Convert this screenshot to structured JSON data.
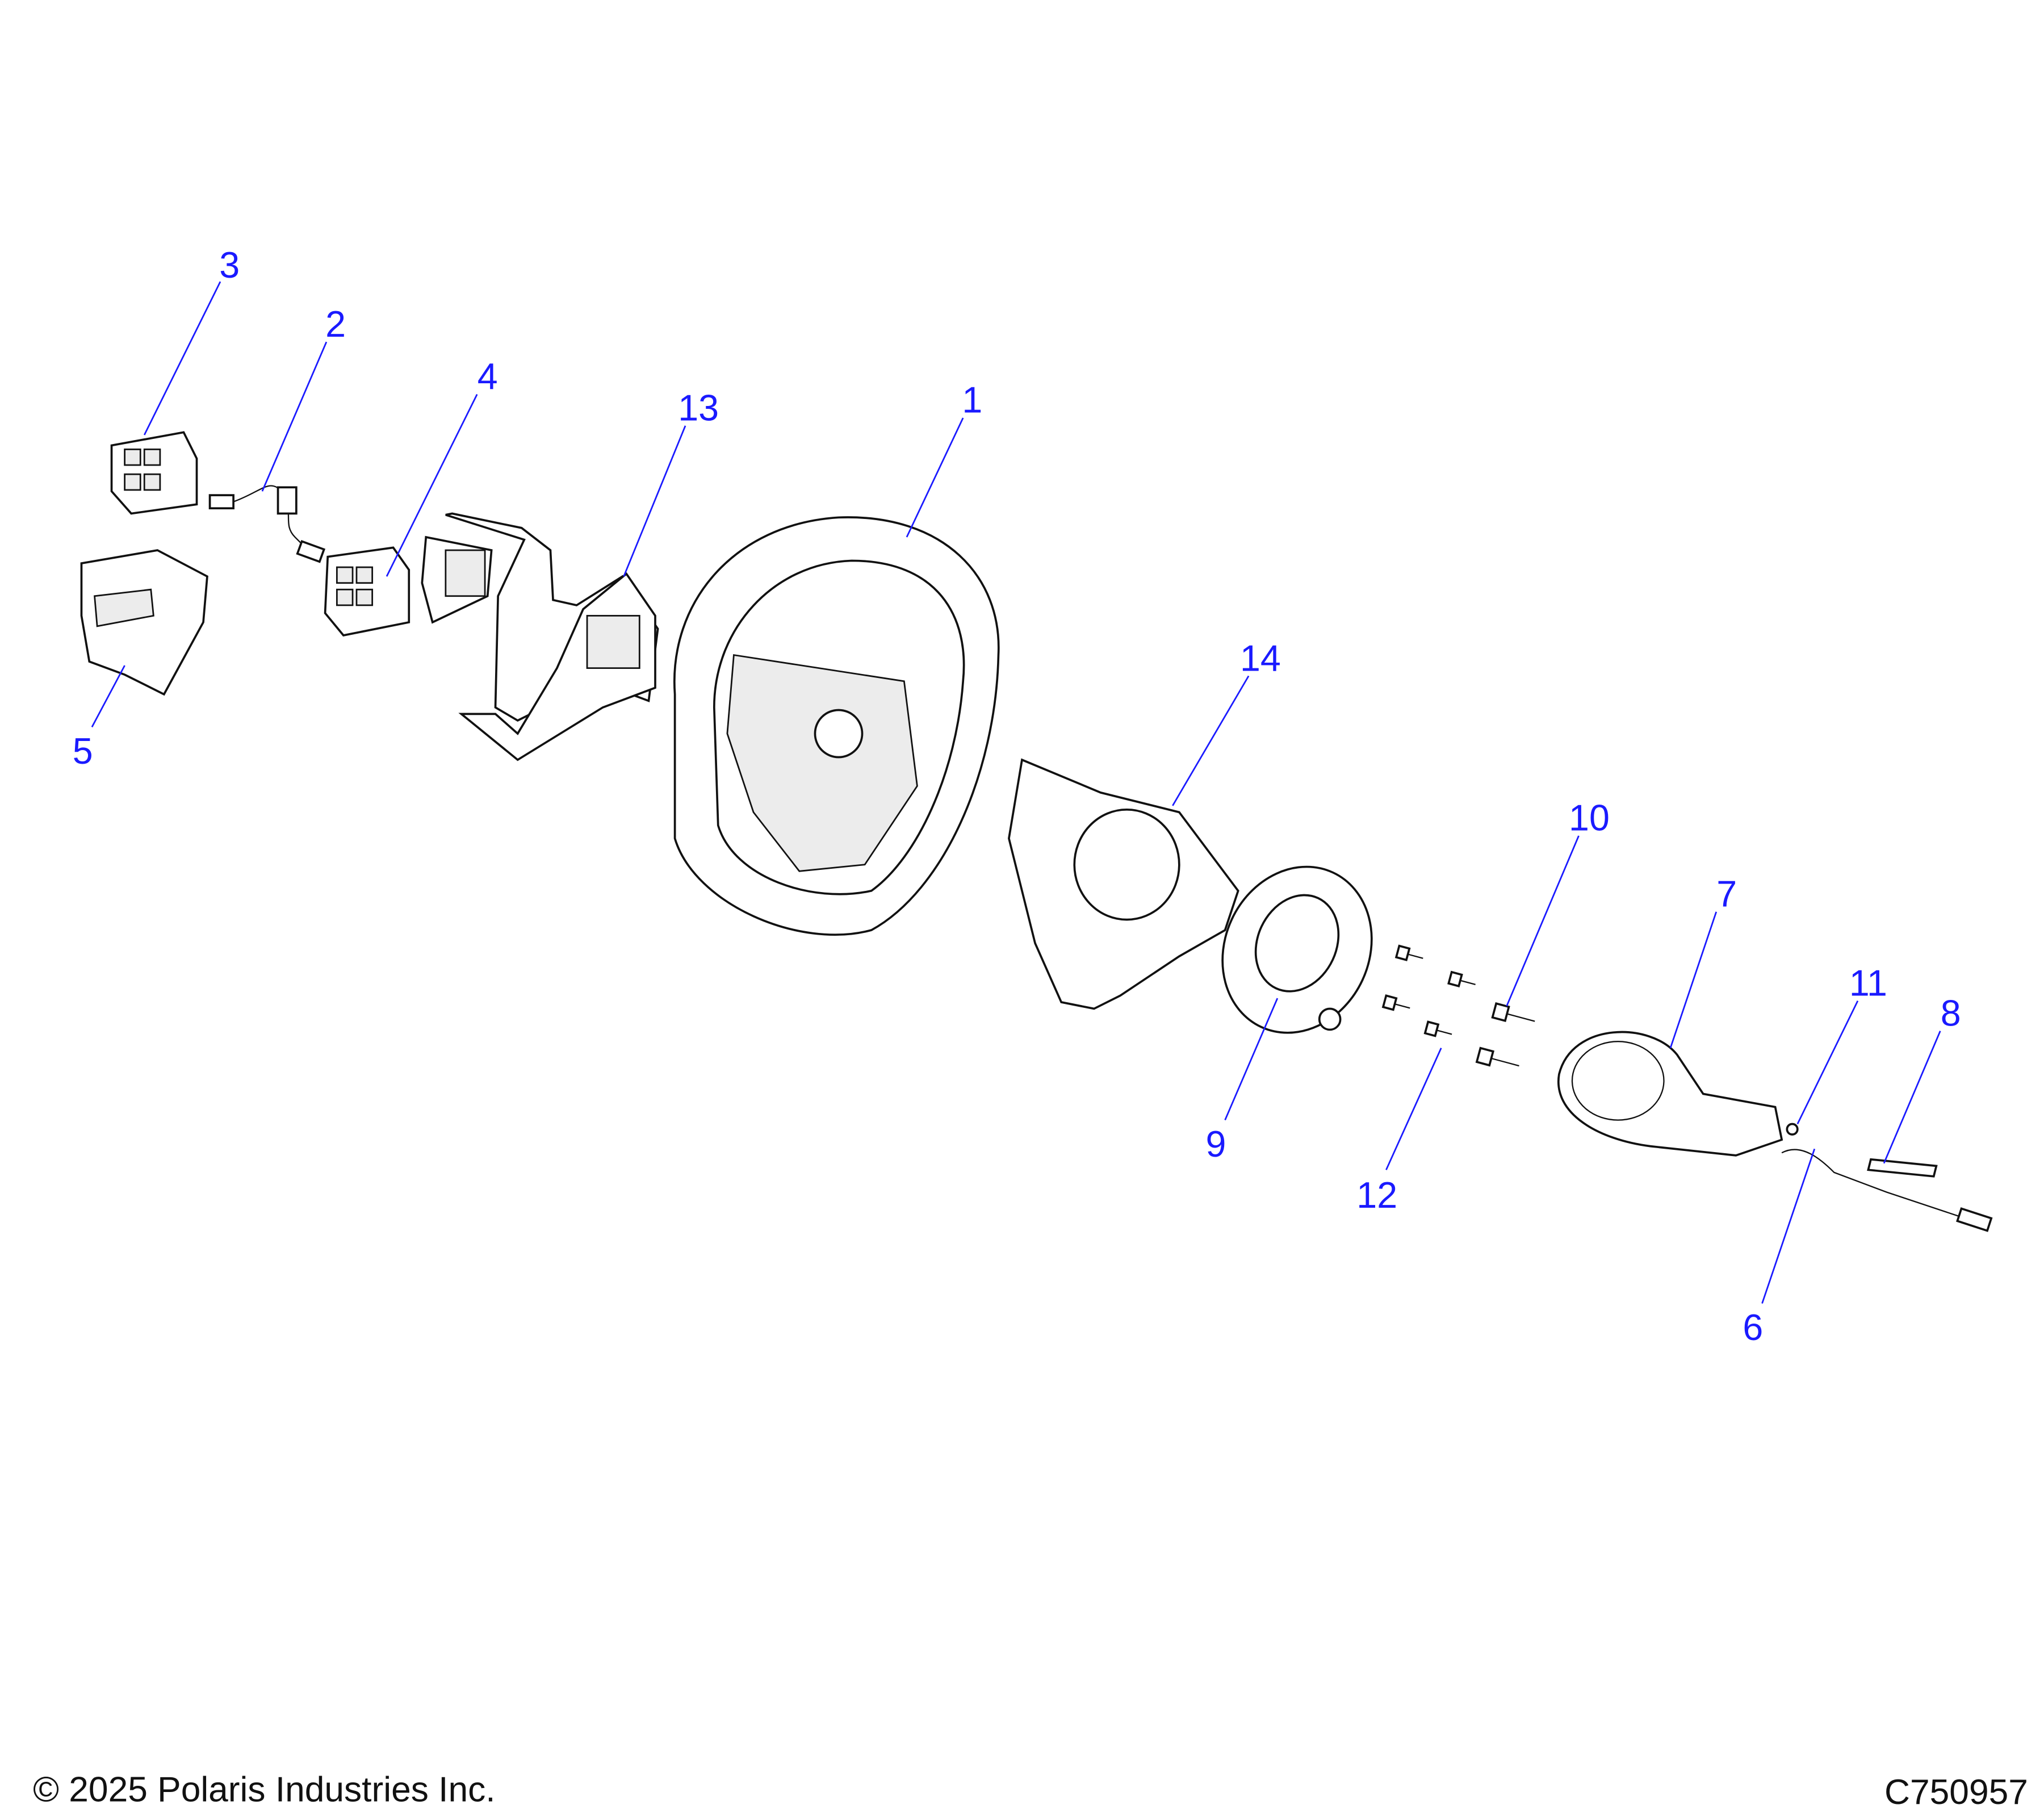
{
  "callouts": [
    "1",
    "2",
    "3",
    "4",
    "5",
    "6",
    "7",
    "8",
    "9",
    "10",
    "11",
    "12",
    "13",
    "14"
  ],
  "footer": {
    "copyright": "© 2025 Polaris Industries Inc.",
    "drawing_number": "C750957"
  },
  "colors": {
    "callout": "#1a1aff",
    "line": "#111111"
  }
}
